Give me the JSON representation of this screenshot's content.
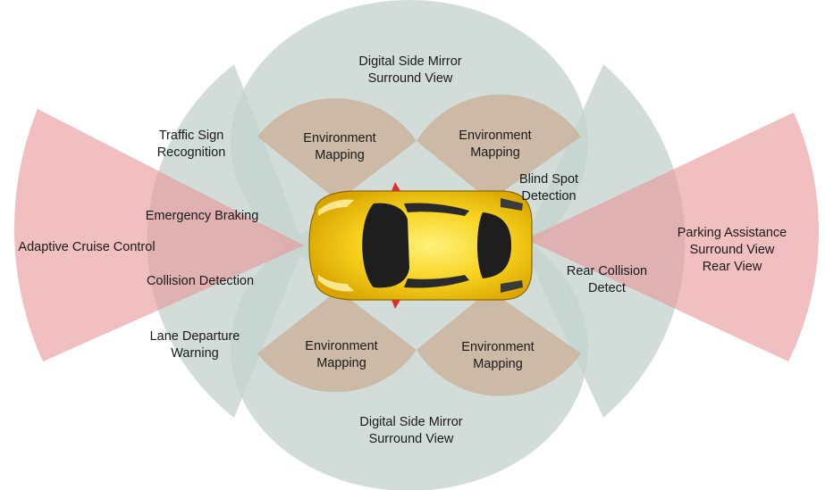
{
  "labels": {
    "side_mirror_top": [
      "Digital Side Mirror",
      "Surround View"
    ],
    "side_mirror_bottom": [
      "Digital Side Mirror",
      "Surround View"
    ],
    "env_mapping_fl": [
      "Environment",
      "Mapping"
    ],
    "env_mapping_fr": [
      "Environment",
      "Mapping"
    ],
    "env_mapping_bl": [
      "Environment",
      "Mapping"
    ],
    "env_mapping_br": [
      "Environment",
      "Mapping"
    ],
    "traffic_sign": [
      "Traffic Sign",
      "Recognition"
    ],
    "emergency_braking": [
      "Emergency Braking"
    ],
    "adaptive_cruise": [
      "Adaptive Cruise Control"
    ],
    "collision_detection": [
      "Collision Detection"
    ],
    "lane_departure": [
      "Lane Departure",
      "Warning"
    ],
    "blind_spot": [
      "Blind Spot",
      "Detection"
    ],
    "rear_collision": [
      "Rear Collision",
      "Detect"
    ],
    "parking_assistance": [
      "Parking Assistance",
      "Surround View",
      "Rear View"
    ]
  },
  "colors": {
    "zone_gray": "#c5d3cf",
    "zone_red": "#e89494",
    "zone_tan": "#c9ad96",
    "car_body": "#f5cc1c",
    "car_glass": "#1e1e1e"
  }
}
